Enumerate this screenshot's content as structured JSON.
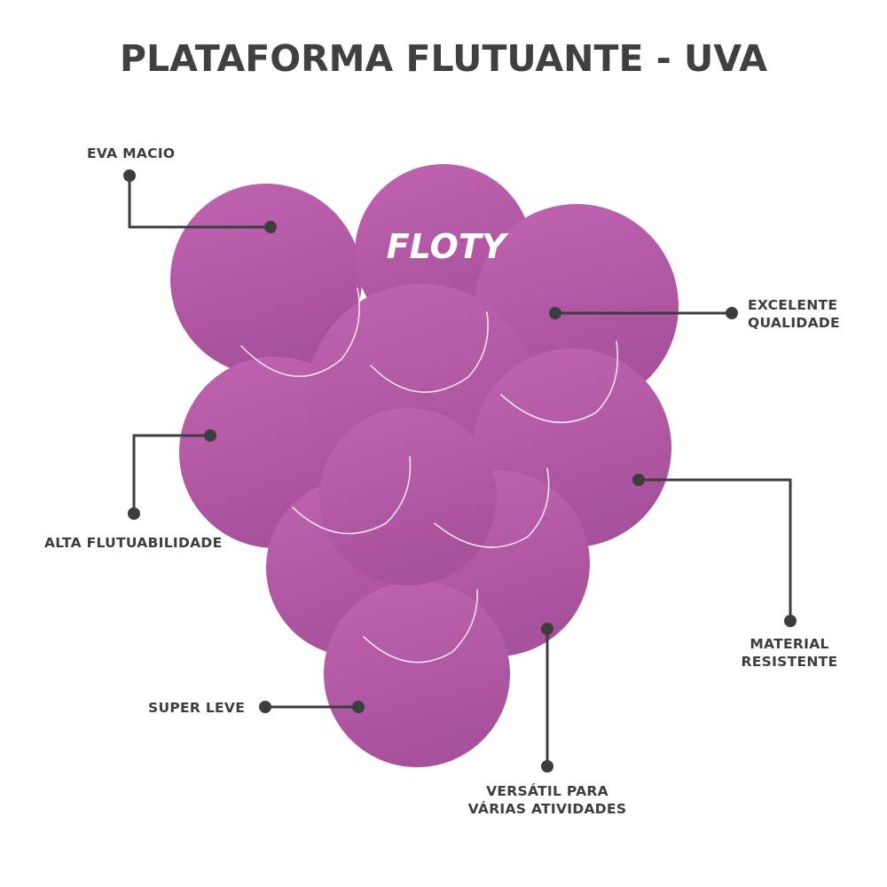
{
  "title": "PLATAFORMA FLUTUANTE - UVA",
  "brand": "FLOTY",
  "colors": {
    "grape": "#b358a8",
    "callout": "#3d3d3d",
    "title": "#404040"
  },
  "features": {
    "eva_macio": "EVA MACIO",
    "excelente": [
      "EXCELENTE",
      "QUALIDADE"
    ],
    "alta_flutuabilidade": "ALTA FLUTUABILIDADE",
    "material_resistente": [
      "MATERIAL",
      "RESISTENTE"
    ],
    "super_leve": "SUPER LEVE",
    "versatil": [
      "VERSÁTIL PARA",
      "VÁRIAS ATIVIDADES"
    ]
  }
}
